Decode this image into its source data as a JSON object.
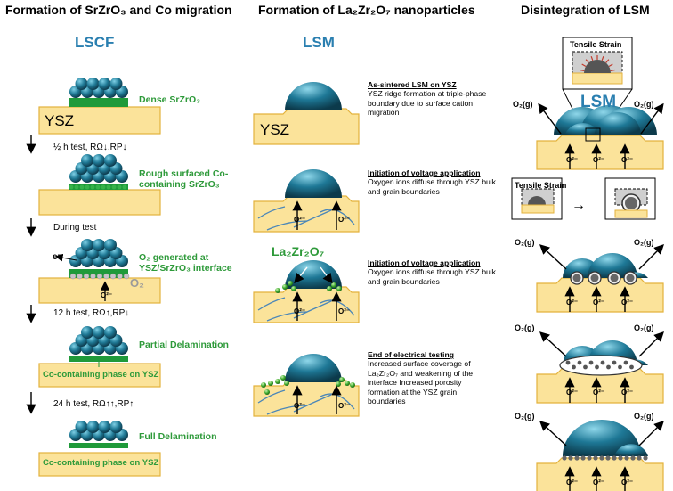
{
  "headers": {
    "col1": "Formation of SrZrO₃ and Co migration",
    "col2": "Formation of La₂Zr₂O₇ nanoparticles",
    "col3": "Disintegration of LSM"
  },
  "col1": {
    "label": "LSCF",
    "ysz": "YSZ",
    "stage1": "Dense SrZrO₃",
    "step1": "½ h test, RΩ↓,RP↓",
    "stage2": "Rough surfaced Co-containing SrZrO₃",
    "step2": "During test",
    "stage3": "O₂ generated at YSZ/SrZrO₃ interface",
    "electron": "e⁻",
    "o2_inside": "O₂",
    "o2_minus": "O²⁻",
    "step3": "12 h test, RΩ↑,RP↓",
    "stage4": "Partial Delamination",
    "co_phase": "Co-containing phase on YSZ",
    "step4": "24 h test, RΩ↑↑,RP↑",
    "stage5": "Full Delamination"
  },
  "col2": {
    "label": "LSM",
    "ysz": "YSZ",
    "o2_minus": "O²⁻",
    "la2zr2o7": "La₂Zr₂O₇",
    "desc": [
      {
        "title": "As-sintered LSM on YSZ",
        "text": "YSZ ridge formation at triple-phase boundary due to surface cation migration"
      },
      {
        "title": "Initiation of voltage application",
        "text": "Oxygen ions diffuse through YSZ bulk and grain boundaries"
      },
      {
        "title": "Initiation of voltage application",
        "text": "Oxygen ions diffuse through YSZ bulk and grain boundaries"
      },
      {
        "title": "End of electrical testing",
        "text": "Increased surface coverage of La₂Zr₂O₇ and weakening of the interface Increased porosity formation at the YSZ grain boundaries"
      }
    ]
  },
  "col3": {
    "tensile1": "Tensile Strain",
    "label": "LSM",
    "o2g": "O₂(g)",
    "o2_minus": "O²⁻",
    "tensile2": "Tensile Strain",
    "arrow": "→"
  },
  "colors": {
    "ysz_fill": "#fbe39a",
    "ysz_stroke": "#e3b23c",
    "particle": "#1e6f8a",
    "srzro3": "#1f9a3a",
    "green_text": "#2e9a3a",
    "title_blue": "#2a7fb0"
  }
}
